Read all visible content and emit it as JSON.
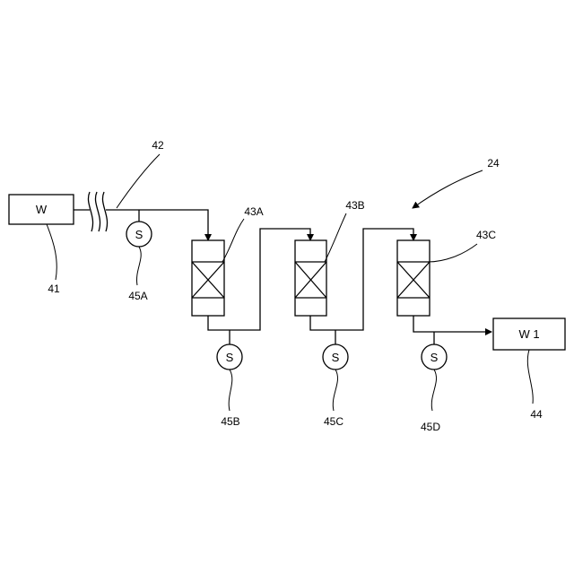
{
  "boxes": {
    "source": {
      "text": "W",
      "ref": "41"
    },
    "output": {
      "text": "W 1",
      "ref": "44"
    }
  },
  "pipe_ref": "42",
  "system_ref": "24",
  "columns": [
    {
      "ref": "43A"
    },
    {
      "ref": "43B"
    },
    {
      "ref": "43C"
    }
  ],
  "sensors": [
    {
      "symbol": "S",
      "ref": "45A"
    },
    {
      "symbol": "S",
      "ref": "45B"
    },
    {
      "symbol": "S",
      "ref": "45C"
    },
    {
      "symbol": "S",
      "ref": "45D"
    }
  ]
}
